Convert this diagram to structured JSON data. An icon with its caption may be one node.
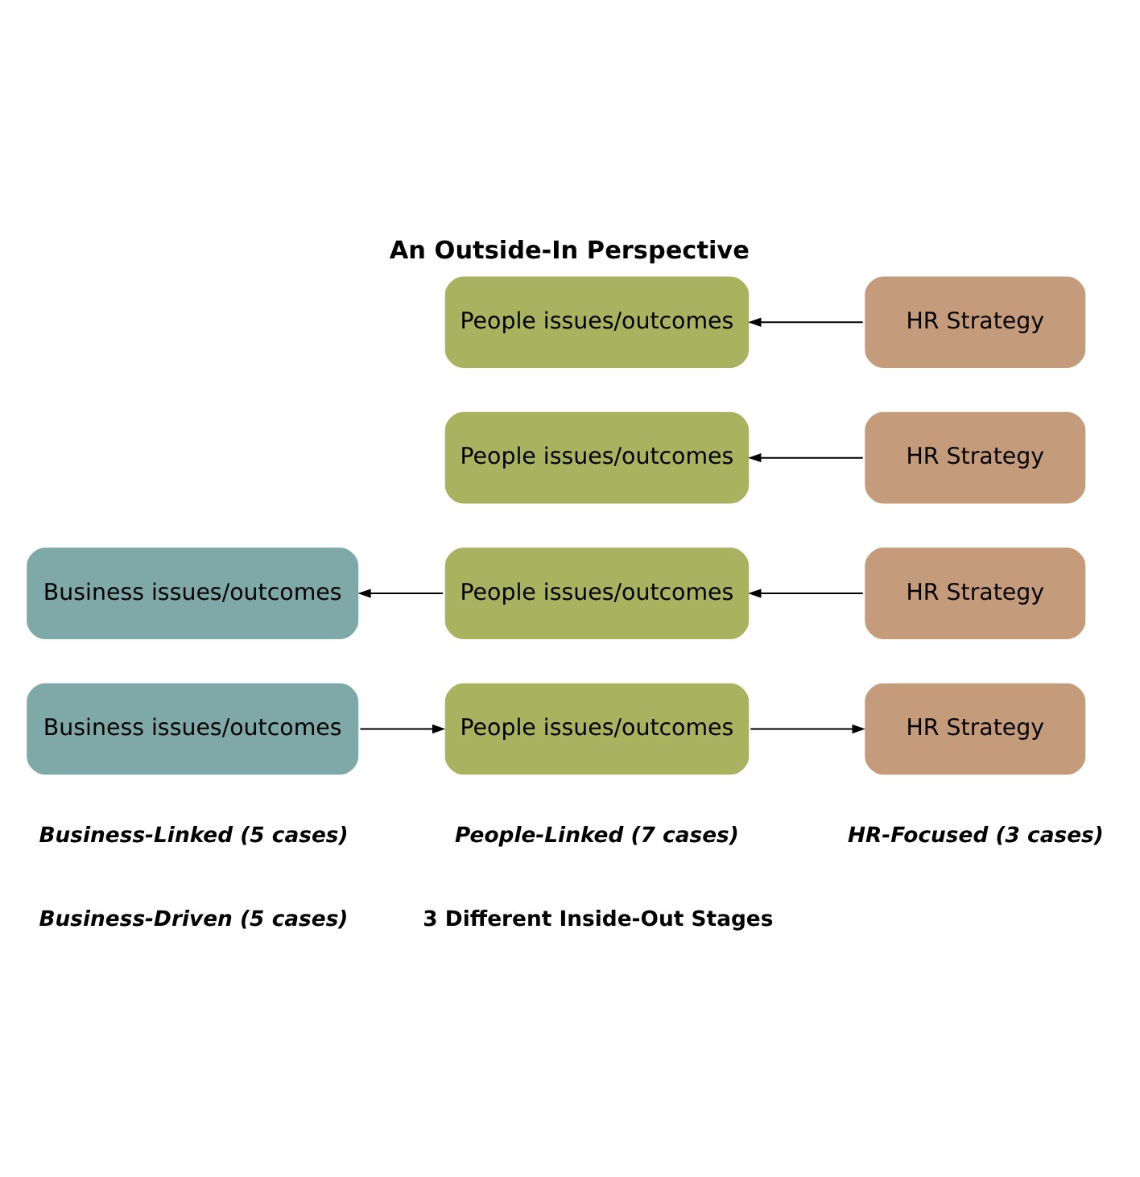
{
  "diagram": {
    "title": "An Outside-In Perspective",
    "nodes": [
      {
        "text": [
          "Business issues/outcomes"
        ]
      },
      {
        "text": [
          "People issues/outcomes"
        ]
      },
      {
        "text": [
          "HR Strategy"
        ]
      },
      {
        "text": [
          "Business issues/outcomes"
        ]
      },
      {
        "text": [
          "People issues/outcomes"
        ]
      },
      {
        "text": [
          "HR Strategy"
        ]
      },
      {
        "text": [
          "People issues/outcomes"
        ]
      },
      {
        "text": [
          "HR Strategy"
        ]
      },
      {
        "text": [
          "People issues/outcomes"
        ]
      },
      {
        "text": [
          "HR Strategy"
        ]
      }
    ],
    "edges": [
      {
        "from": 0,
        "to": 1,
        "arrow": "to"
      },
      {
        "from": 1,
        "to": 2,
        "arrow": "to"
      },
      {
        "from": 4,
        "to": 3,
        "arrow": "to"
      },
      {
        "from": 5,
        "to": 4,
        "arrow": "to"
      },
      {
        "from": 7,
        "to": 6,
        "arrow": "to"
      },
      {
        "from": 9,
        "to": 8,
        "arrow": "to"
      }
    ],
    "labels": [
      "Business-Driven (5 cases)",
      "3 Different Inside-Out Stages",
      "Business-Linked (5 cases)",
      "People-Linked (7 cases)",
      "HR-Focused (3 cases)"
    ]
  }
}
